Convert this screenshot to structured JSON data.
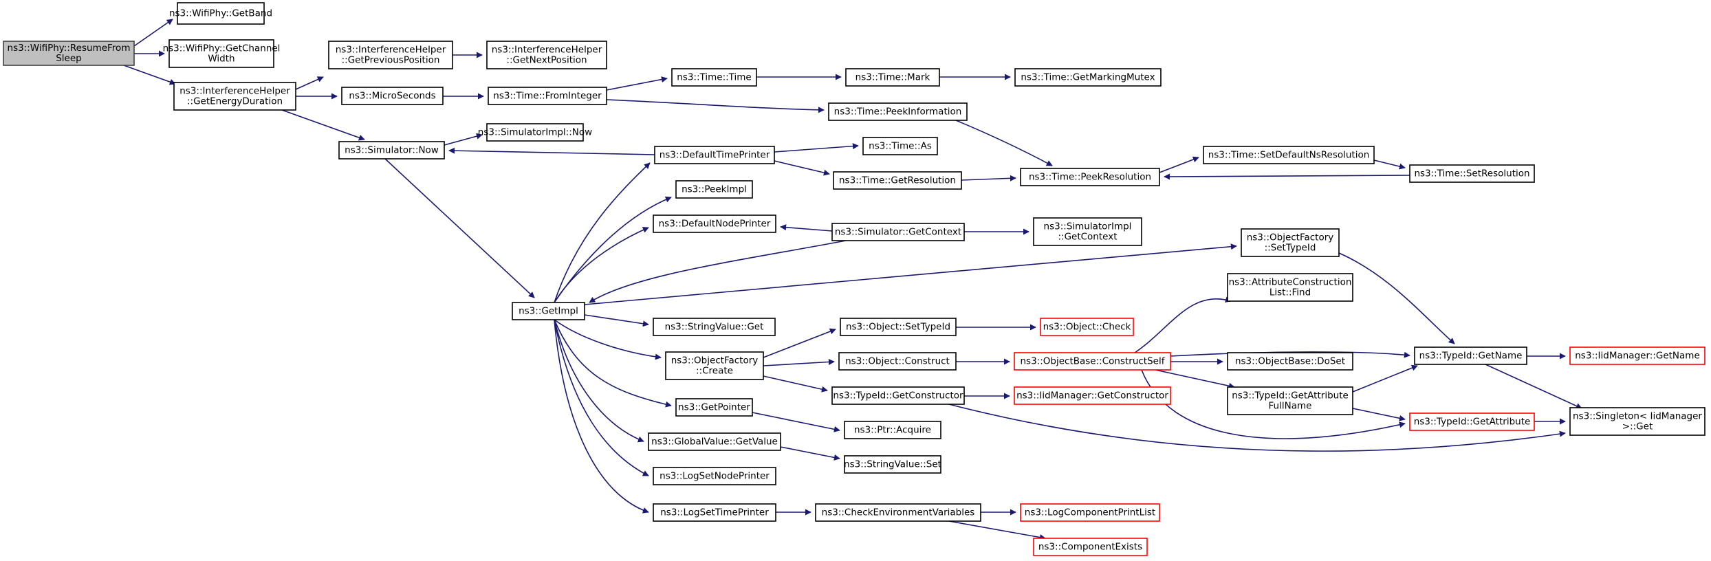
{
  "graph": {
    "edge_color": "#191970",
    "truncated_border_color": "#ff0000",
    "root_fill": "#bfbfbf",
    "nodes": [
      {
        "id": "resume",
        "lines": [
          "ns3::WifiPhy::ResumeFrom",
          "Sleep"
        ],
        "root": true
      },
      {
        "id": "getband",
        "lines": [
          "ns3::WifiPhy::GetBand"
        ]
      },
      {
        "id": "chanwidth",
        "lines": [
          "ns3::WifiPhy::GetChannel",
          "Width"
        ]
      },
      {
        "id": "energy",
        "lines": [
          "ns3::InterferenceHelper",
          "::GetEnergyDuration"
        ]
      },
      {
        "id": "prevpos",
        "lines": [
          "ns3::InterferenceHelper",
          "::GetPreviousPosition"
        ]
      },
      {
        "id": "nextpos",
        "lines": [
          "ns3::InterferenceHelper",
          "::GetNextPosition"
        ]
      },
      {
        "id": "micro",
        "lines": [
          "ns3::MicroSeconds"
        ]
      },
      {
        "id": "fromint",
        "lines": [
          "ns3::Time::FromInteger"
        ]
      },
      {
        "id": "time",
        "lines": [
          "ns3::Time::Time"
        ]
      },
      {
        "id": "mark",
        "lines": [
          "ns3::Time::Mark"
        ]
      },
      {
        "id": "markmutex",
        "lines": [
          "ns3::Time::GetMarkingMutex"
        ]
      },
      {
        "id": "peekinfo",
        "lines": [
          "ns3::Time::PeekInformation"
        ]
      },
      {
        "id": "simnow",
        "lines": [
          "ns3::Simulator::Now"
        ]
      },
      {
        "id": "simimplnow",
        "lines": [
          "ns3::SimulatorImpl::Now"
        ]
      },
      {
        "id": "deftime",
        "lines": [
          "ns3::DefaultTimePrinter"
        ]
      },
      {
        "id": "as",
        "lines": [
          "ns3::Time::As"
        ]
      },
      {
        "id": "getres",
        "lines": [
          "ns3::Time::GetResolution"
        ]
      },
      {
        "id": "peekres",
        "lines": [
          "ns3::Time::PeekResolution"
        ]
      },
      {
        "id": "setdefres",
        "lines": [
          "ns3::Time::SetDefaultNsResolution"
        ]
      },
      {
        "id": "setres",
        "lines": [
          "ns3::Time::SetResolution"
        ]
      },
      {
        "id": "peekimpl",
        "lines": [
          "ns3::PeekImpl"
        ]
      },
      {
        "id": "defnode",
        "lines": [
          "ns3::DefaultNodePrinter"
        ]
      },
      {
        "id": "getctx",
        "lines": [
          "ns3::Simulator::GetContext"
        ]
      },
      {
        "id": "implctx",
        "lines": [
          "ns3::SimulatorImpl",
          "::GetContext"
        ]
      },
      {
        "id": "ofsettid",
        "lines": [
          "ns3::ObjectFactory",
          "::SetTypeId"
        ]
      },
      {
        "id": "getimpl",
        "lines": [
          "ns3::GetImpl"
        ]
      },
      {
        "id": "attrlist",
        "lines": [
          "ns3::AttributeConstruction",
          "List::Find"
        ]
      },
      {
        "id": "strget",
        "lines": [
          "ns3::StringValue::Get"
        ]
      },
      {
        "id": "objsettid",
        "lines": [
          "ns3::Object::SetTypeId"
        ]
      },
      {
        "id": "objcheck",
        "lines": [
          "ns3::Object::Check"
        ],
        "truncated": true
      },
      {
        "id": "ofcreate",
        "lines": [
          "ns3::ObjectFactory",
          "::Create"
        ]
      },
      {
        "id": "objconstruct",
        "lines": [
          "ns3::Object::Construct"
        ]
      },
      {
        "id": "constructself",
        "lines": [
          "ns3::ObjectBase::ConstructSelf"
        ],
        "truncated": true
      },
      {
        "id": "doset",
        "lines": [
          "ns3::ObjectBase::DoSet"
        ]
      },
      {
        "id": "tidname",
        "lines": [
          "ns3::TypeId::GetName"
        ]
      },
      {
        "id": "iidname",
        "lines": [
          "ns3::IidManager::GetName"
        ],
        "truncated": true
      },
      {
        "id": "tidctor",
        "lines": [
          "ns3::TypeId::GetConstructor"
        ]
      },
      {
        "id": "iidctor",
        "lines": [
          "ns3::IidManager::GetConstructor"
        ],
        "truncated": true
      },
      {
        "id": "attrfull",
        "lines": [
          "ns3::TypeId::GetAttribute",
          "FullName"
        ]
      },
      {
        "id": "getptr",
        "lines": [
          "ns3::GetPointer"
        ]
      },
      {
        "id": "acquire",
        "lines": [
          "ns3::Ptr::Acquire"
        ]
      },
      {
        "id": "getattr",
        "lines": [
          "ns3::TypeId::GetAttribute"
        ],
        "truncated": true
      },
      {
        "id": "singleton",
        "lines": [
          "ns3::Singleton< IidManager",
          ">::Get"
        ]
      },
      {
        "id": "gvget",
        "lines": [
          "ns3::GlobalValue::GetValue"
        ]
      },
      {
        "id": "strset",
        "lines": [
          "ns3::StringValue::Set"
        ]
      },
      {
        "id": "lognode",
        "lines": [
          "ns3::LogSetNodePrinter"
        ]
      },
      {
        "id": "logtime",
        "lines": [
          "ns3::LogSetTimePrinter"
        ]
      },
      {
        "id": "checkenv",
        "lines": [
          "ns3::CheckEnvironmentVariables"
        ]
      },
      {
        "id": "logprint",
        "lines": [
          "ns3::LogComponentPrintList"
        ],
        "truncated": true
      },
      {
        "id": "compexists",
        "lines": [
          "ns3::ComponentExists"
        ],
        "truncated": true
      }
    ]
  }
}
